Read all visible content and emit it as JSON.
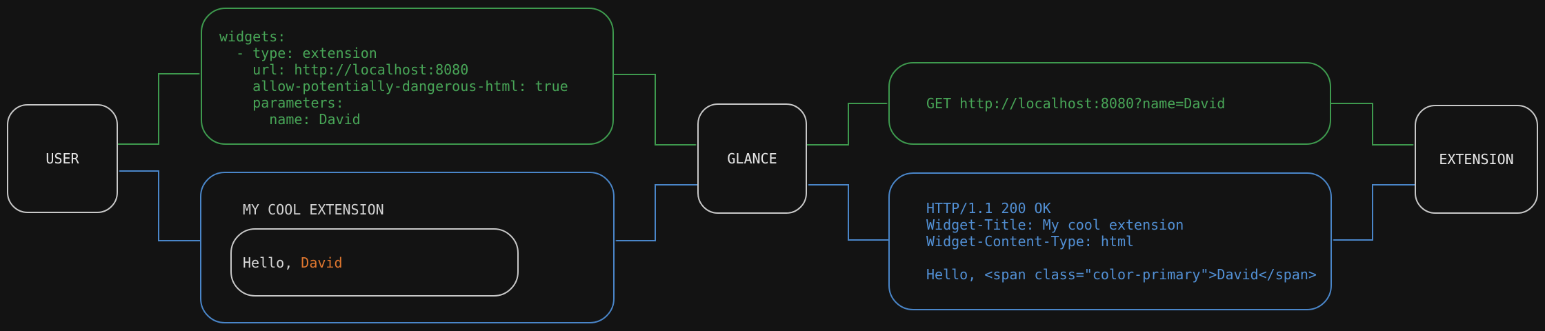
{
  "colors": {
    "background": "#131313",
    "green": "#3e9a4e",
    "blue": "#4a86c9",
    "node_border": "#c9c9c9",
    "orange": "#e0772f"
  },
  "nodes": {
    "user": {
      "label": "USER"
    },
    "glance": {
      "label": "GLANCE"
    },
    "extension": {
      "label": "EXTENSION"
    }
  },
  "config_box": {
    "lines": [
      "widgets:",
      "  - type: extension",
      "    url: http://localhost:8080",
      "    allow-potentially-dangerous-html: true",
      "    parameters:",
      "      name: David"
    ]
  },
  "request_box": {
    "text": "GET http://localhost:8080?name=David"
  },
  "response_box": {
    "lines": [
      "HTTP/1.1 200 OK",
      "Widget-Title: My cool extension",
      "Widget-Content-Type: html",
      "",
      "Hello, <span class=\"color-primary\">David</span>"
    ]
  },
  "widget_box": {
    "title": "MY COOL EXTENSION",
    "greeting_prefix": "Hello, ",
    "greeting_name": "David"
  }
}
